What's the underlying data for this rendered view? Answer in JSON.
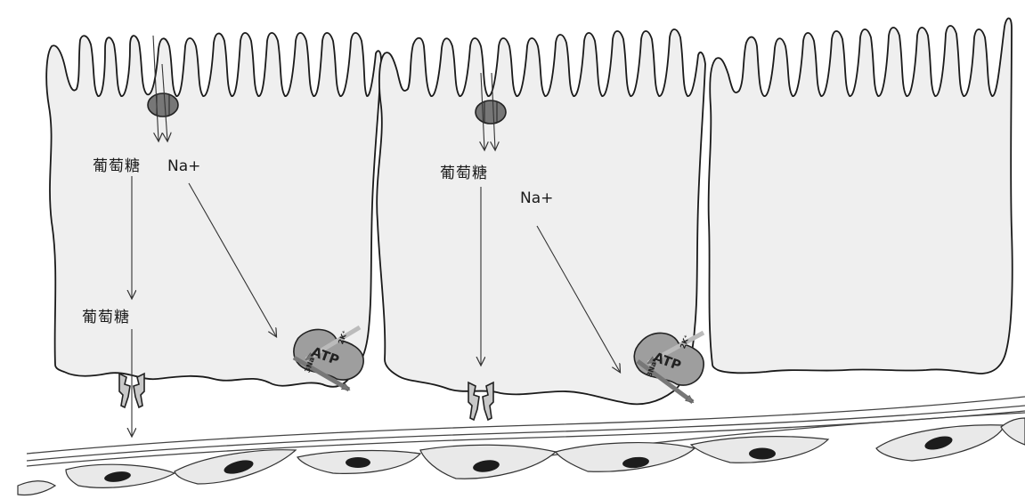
{
  "cell1": {
    "glucose_label_top": "葡萄糖",
    "sodium_label": "Na+",
    "glucose_label_bottom": "葡萄糖",
    "pump": {
      "atp": "ATP",
      "k": "2K⁺",
      "na": "3Na⁺"
    }
  },
  "cell2": {
    "glucose_label": "葡萄糖",
    "sodium_label": "Na+",
    "pump": {
      "atp": "ATP",
      "k": "2K⁺",
      "na": "3Na⁺"
    }
  },
  "colors": {
    "cell_fill": "#efefef",
    "outline": "#1a1a1a",
    "sglt_transporter": "#777777",
    "pump_body": "#9e9e9e",
    "nucleus": "#1c1c1c"
  }
}
